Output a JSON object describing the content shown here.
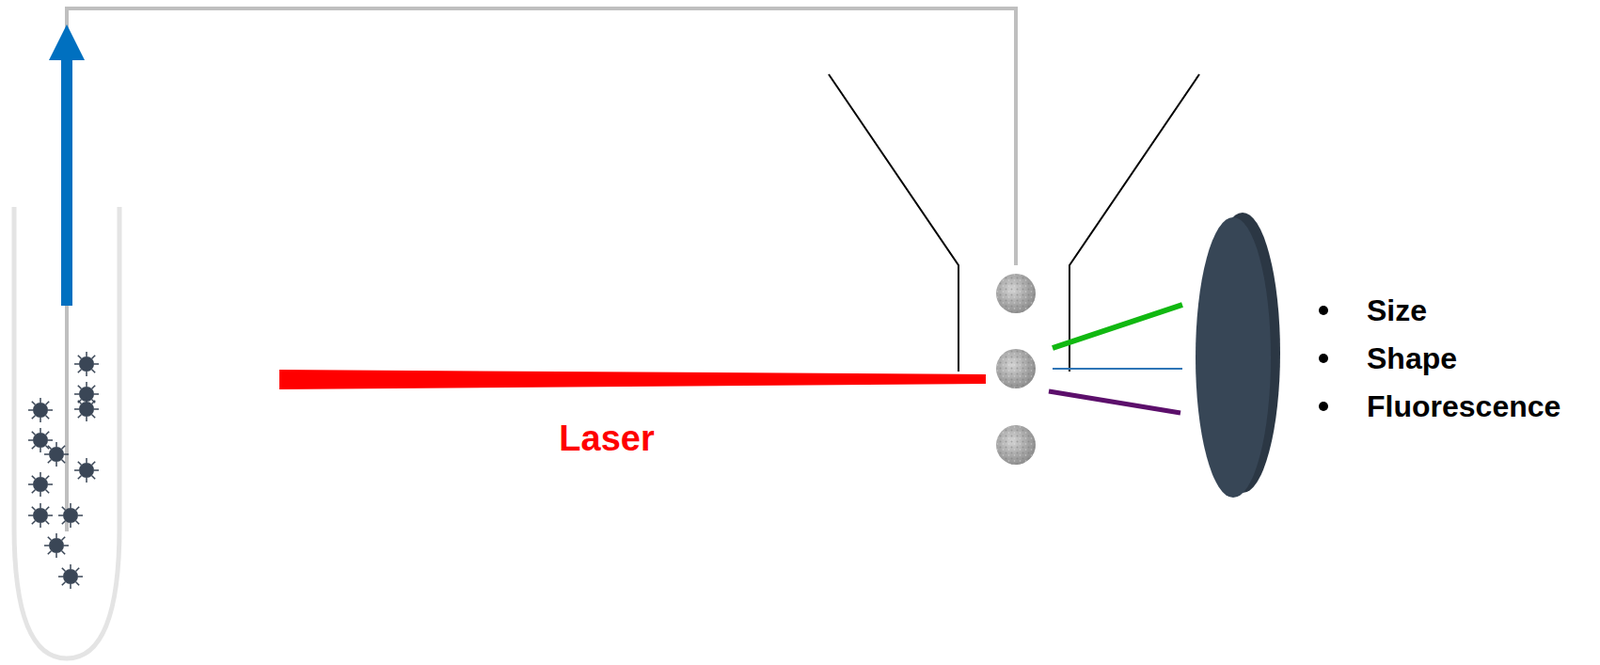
{
  "diagram": {
    "labels": [
      "Laser",
      "Size",
      "Shape",
      "Fluorescence"
    ]
  }
}
